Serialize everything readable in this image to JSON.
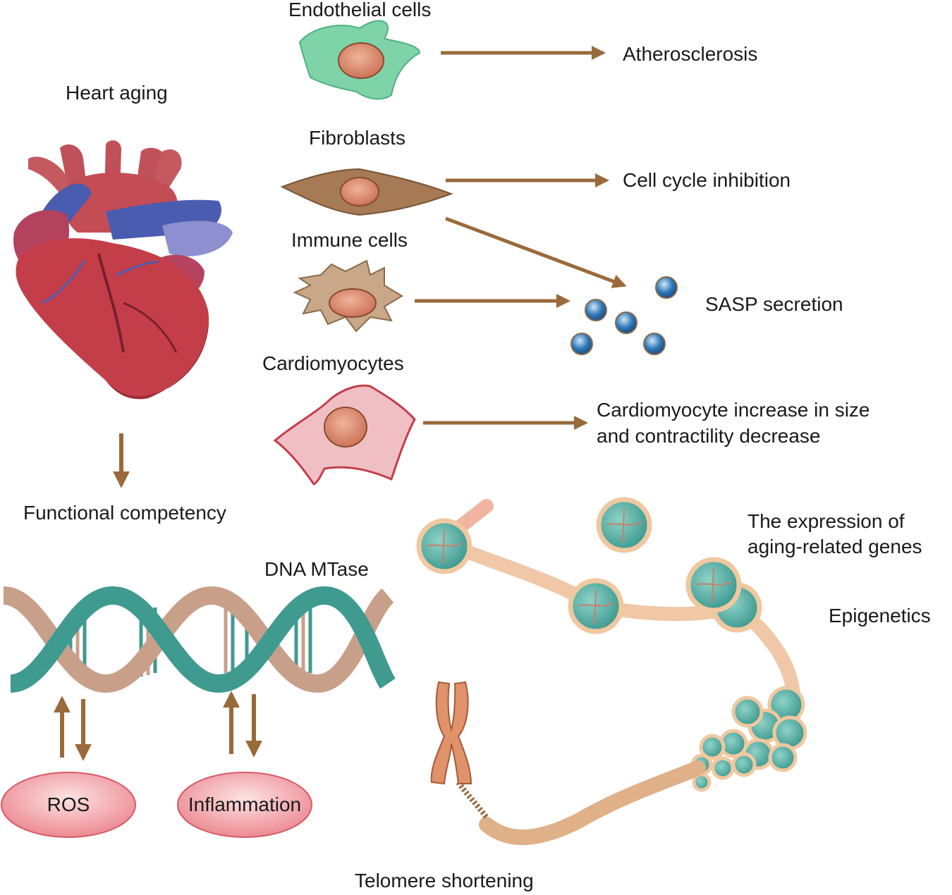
{
  "labels": {
    "heart_aging": "Heart aging",
    "endothelial_cells": "Endothelial cells",
    "fibroblasts": "Fibroblasts",
    "immune_cells": "Immune cells",
    "cardiomyocytes": "Cardiomyocytes",
    "atherosclerosis": "Atherosclerosis",
    "cell_cycle_inhibition": "Cell cycle inhibition",
    "sasp_secretion": "SASP secretion",
    "cardiomyocyte_effect_line1": "Cardiomyocyte increase in size",
    "cardiomyocyte_effect_line2": "and contractility decrease",
    "functional_competency": "Functional competency",
    "dna_mtase": "DNA MTase",
    "ros": "ROS",
    "inflammation": "Inflammation",
    "expression_line1": "The expression of",
    "expression_line2": "aging-related genes",
    "epigenetics": "Epigenetics",
    "telomere_shortening": "Telomere shortening"
  },
  "colors": {
    "arrow": "#9a6a3a",
    "endothelial_fill": "#7fd3a8",
    "fibroblast_fill": "#a57a55",
    "immune_fill": "#c9a88a",
    "cardiomyocyte_fill": "#e8a0a8",
    "nucleus": "#d9846a",
    "sasp_particle": "#2e78b8",
    "oval_fill": "#f2a0a6",
    "dna_teal": "#3f9a90",
    "dna_tan": "#c8a08a",
    "chromatin_bead": "#5fb5aa",
    "heart_red": "#c0424a",
    "vein_blue": "#4a5cb0"
  }
}
